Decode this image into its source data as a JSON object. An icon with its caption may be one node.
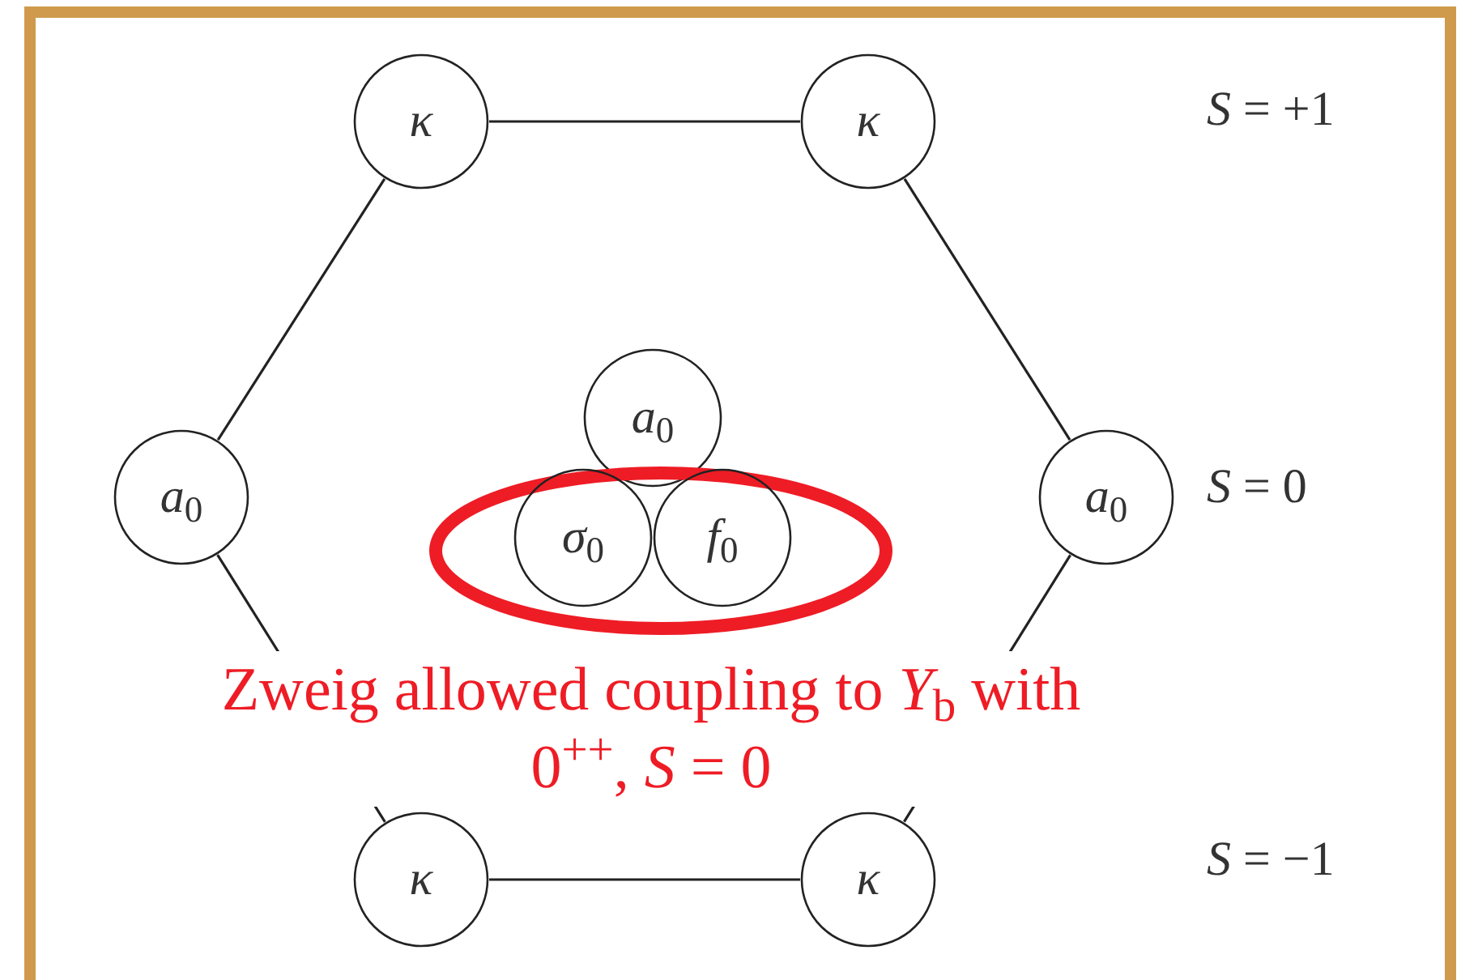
{
  "diagram": {
    "nodes": [
      {
        "text": [
          "*κ*"
        ]
      },
      {
        "text": [
          "*κ*"
        ]
      },
      {
        "text": [
          "*a*$_{0}$"
        ]
      },
      {
        "text": [
          "*a*$_{0}$"
        ]
      },
      {
        "text": [],
        "shape": "ellipse"
      },
      {
        "text": [
          "*σ*$_{0}$"
        ],
        "in": 4
      },
      {
        "text": [
          "*f*$_{0}$"
        ],
        "in": 4
      },
      {
        "text": [
          "*a*$_{0}$"
        ]
      },
      {
        "text": [
          "*κ*"
        ]
      },
      {
        "text": [
          "*κ*"
        ]
      }
    ],
    "edges": [
      {
        "from": 0,
        "to": 1,
        "arrow": "none"
      },
      {
        "from": 1,
        "to": 7,
        "arrow": "none"
      },
      {
        "from": 7,
        "to": 9,
        "arrow": "none"
      },
      {
        "from": 9,
        "to": 8,
        "arrow": "none"
      },
      {
        "from": 8,
        "to": 3,
        "arrow": "none"
      },
      {
        "from": 3,
        "to": 0,
        "arrow": "none"
      }
    ],
    "labels": [
      "*S* = +1",
      "*S* = 0",
      "*S* = −1",
      "Zweig allowed coupling to *Y*$_{b}$ with 0$^{++}$, *S* = 0"
    ]
  }
}
